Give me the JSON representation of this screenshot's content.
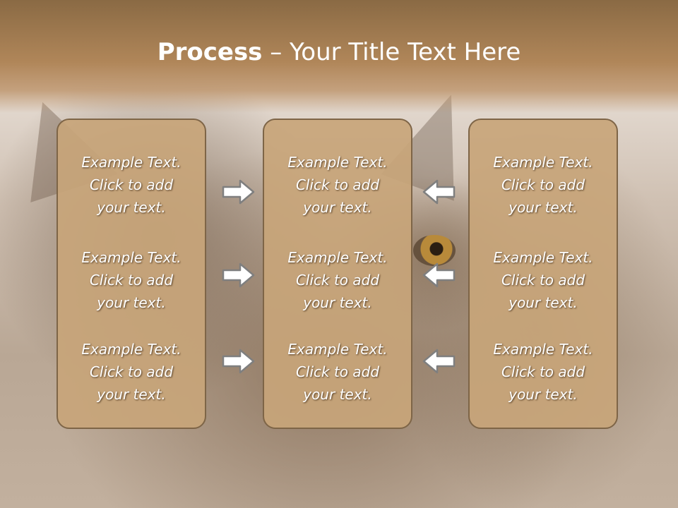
{
  "slide": {
    "title_bold": "Process",
    "title_rest": " – Your Title Text Here"
  },
  "panels": [
    {
      "blocks": [
        {
          "line1": "Example Text.",
          "line2": "Click  to add",
          "line3": "your text."
        },
        {
          "line1": "Example Text.",
          "line2": "Click  to add",
          "line3": "your text."
        },
        {
          "line1": "Example Text.",
          "line2": "Click  to add",
          "line3": "your text."
        }
      ]
    },
    {
      "blocks": [
        {
          "line1": "Example Text.",
          "line2": "Click  to add",
          "line3": "your text."
        },
        {
          "line1": "Example Text.",
          "line2": "Click  to add",
          "line3": "your text."
        },
        {
          "line1": "Example Text.",
          "line2": "Click  to add",
          "line3": "your text."
        }
      ]
    },
    {
      "blocks": [
        {
          "line1": "Example Text.",
          "line2": "Click  to add",
          "line3": "your text."
        },
        {
          "line1": "Example Text.",
          "line2": "Click  to add",
          "line3": "your text."
        },
        {
          "line1": "Example Text.",
          "line2": "Click  to add",
          "line3": "your text."
        }
      ]
    }
  ],
  "arrows": {
    "left_column_direction": "right",
    "right_column_direction": "left",
    "fill_color": "#ffffff",
    "stroke_color": "#7f7f7f",
    "icon": "block-arrow-icon"
  },
  "colors": {
    "title_band": "#b08659",
    "panel_fill": "#c8a57a",
    "panel_border": "#7e6547",
    "text": "#ffffff"
  }
}
